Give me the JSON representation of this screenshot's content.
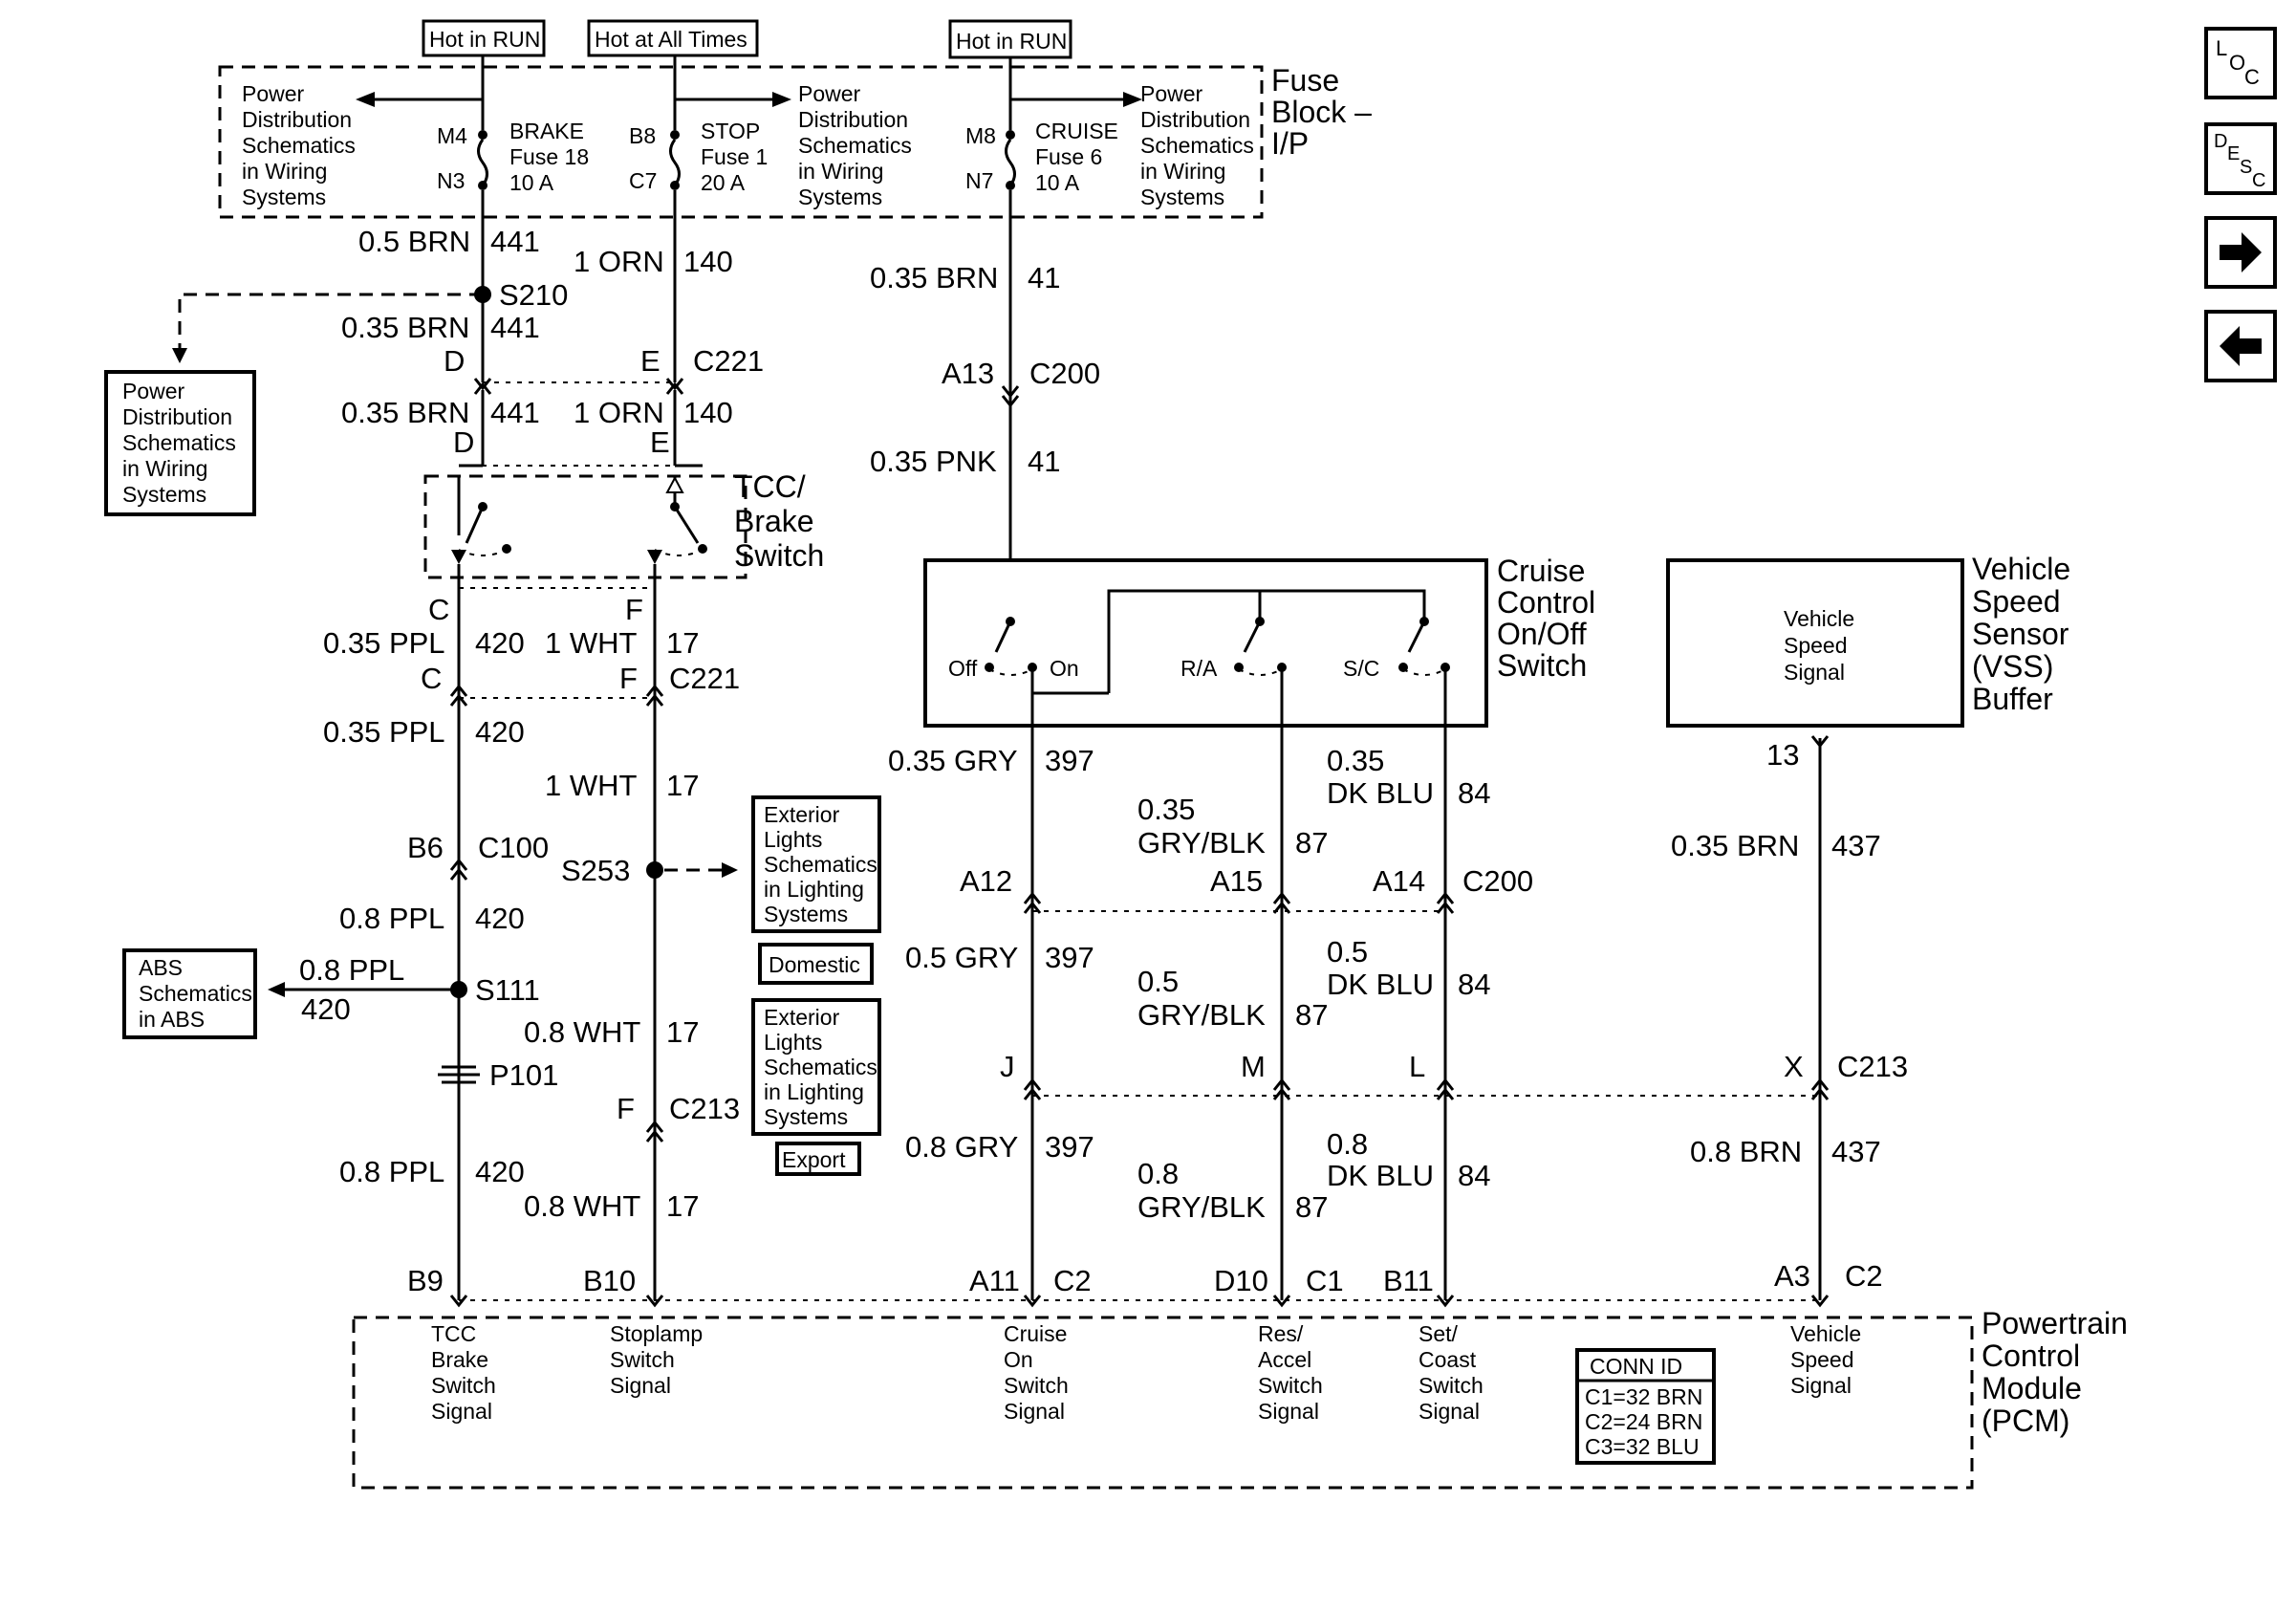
{
  "hot_labels": [
    "Hot in RUN",
    "Hot at All Times",
    "Hot in RUN"
  ],
  "fuse_block": {
    "title": [
      "Fuse",
      "Block –",
      "I/P"
    ],
    "pds_text": [
      "Power",
      "Distribution",
      "Schematics",
      "in Wiring",
      "Systems"
    ],
    "fuses": [
      {
        "top_pin": "M4",
        "bottom_pin": "N3",
        "name": [
          "BRAKE",
          "Fuse 18",
          "10 A"
        ]
      },
      {
        "top_pin": "B8",
        "bottom_pin": "C7",
        "name": [
          "STOP",
          "Fuse 1",
          "20 A"
        ]
      },
      {
        "top_pin": "M8",
        "bottom_pin": "N7",
        "name": [
          "CRUISE",
          "Fuse 6",
          "10 A"
        ]
      }
    ]
  },
  "wires": {
    "brn441_top": [
      "0.5 BRN",
      "441"
    ],
    "orn140_top": [
      "1 ORN",
      "140"
    ],
    "brn41_top": [
      "0.35 BRN",
      "41"
    ],
    "brn441_s210": [
      "0.35 BRN",
      "441"
    ],
    "brn441_c221": [
      "0.35 BRN",
      "441"
    ],
    "orn140_c221": [
      "1 ORN",
      "140"
    ],
    "pnk41": [
      "0.35 PNK",
      "41"
    ],
    "ppl420_a": [
      "0.35 PPL",
      "420"
    ],
    "wht17_a": [
      "1 WHT",
      "17"
    ],
    "ppl420_b": [
      "0.35 PPL",
      "420"
    ],
    "wht17_b": [
      "1 WHT",
      "17"
    ],
    "ppl420_c": [
      "0.8 PPL",
      "420"
    ],
    "ppl420_abs": [
      "0.8 PPL",
      "420"
    ],
    "wht17_c": [
      "0.8 WHT",
      "17"
    ],
    "ppl420_d": [
      "0.8 PPL",
      "420"
    ],
    "wht17_d": [
      "0.8 WHT",
      "17"
    ],
    "gry397_a": [
      "0.35 GRY",
      "397"
    ],
    "gryblk87_a": [
      "0.35",
      "GRY/BLK",
      "87"
    ],
    "dkblu84_a": [
      "0.35",
      "DK BLU",
      "84"
    ],
    "brn437_a": [
      "0.35 BRN",
      "437"
    ],
    "gry397_b": [
      "0.5 GRY",
      "397"
    ],
    "gryblk87_b": [
      "0.5",
      "GRY/BLK",
      "87"
    ],
    "dkblu84_b": [
      "0.5",
      "DK BLU",
      "84"
    ],
    "gry397_c": [
      "0.8 GRY",
      "397"
    ],
    "gryblk87_c": [
      "0.8",
      "GRY/BLK",
      "87"
    ],
    "dkblu84_c": [
      "0.8",
      "DK BLU",
      "84"
    ],
    "brn437_c": [
      "0.8 BRN",
      "437"
    ]
  },
  "splices": {
    "s210": "S210",
    "s253": "S253",
    "s111": "S111",
    "p101": "P101"
  },
  "connectors": {
    "c221": "C221",
    "c200": "C200",
    "a13": "A13",
    "c100": "C100",
    "b6": "B6",
    "c213": "C213",
    "c2": "C2",
    "c1": "C1",
    "d": "D",
    "e": "E",
    "c": "C",
    "f": "F",
    "a12": "A12",
    "a15": "A15",
    "a14": "A14",
    "j": "J",
    "m": "M",
    "l": "L",
    "x": "X",
    "pin13": "13",
    "b9": "B9",
    "b10": "B10",
    "a11": "A11",
    "d10": "D10",
    "b11": "B11",
    "a3": "A3"
  },
  "components": {
    "tcc_brake": [
      "TCC/",
      "Brake",
      "Switch"
    ],
    "cruise_switch": [
      "Cruise",
      "Control",
      "On/Off",
      "Switch"
    ],
    "cruise_positions": {
      "off": "Off",
      "on": "On",
      "ra": "R/A",
      "sc": "S/C"
    },
    "vss_buffer": [
      "Vehicle",
      "Speed",
      "Sensor",
      "(VSS)",
      "Buffer"
    ],
    "vss_signal": [
      "Vehicle",
      "Speed",
      "Signal"
    ],
    "pcm": [
      "Powertrain",
      "Control",
      "Module",
      "(PCM)"
    ]
  },
  "pcm_signals": [
    [
      "TCC",
      "Brake",
      "Switch",
      "Signal"
    ],
    [
      "Stoplamp",
      "Switch",
      "Signal"
    ],
    [
      "Cruise",
      "On",
      "Switch",
      "Signal"
    ],
    [
      "Res/",
      "Accel",
      "Switch",
      "Signal"
    ],
    [
      "Set/",
      "Coast",
      "Switch",
      "Signal"
    ],
    [
      "Vehicle",
      "Speed",
      "Signal"
    ]
  ],
  "conn_id": {
    "title": "CONN ID",
    "rows": [
      "C1=32 BRN",
      "C2=24 BRN",
      "C3=32 BLU"
    ]
  },
  "refs": {
    "pds": [
      "Power",
      "Distribution",
      "Schematics",
      "in Wiring",
      "Systems"
    ],
    "abs": [
      "ABS",
      "Schematics",
      "in ABS"
    ],
    "ext_lights": [
      "Exterior",
      "Lights",
      "Schematics",
      "in Lighting",
      "Systems"
    ],
    "domestic": "Domestic",
    "export": "Export"
  },
  "nav": {
    "loc": [
      "L",
      "O",
      "C"
    ],
    "desc": [
      "D",
      "E",
      "S",
      "C"
    ]
  }
}
